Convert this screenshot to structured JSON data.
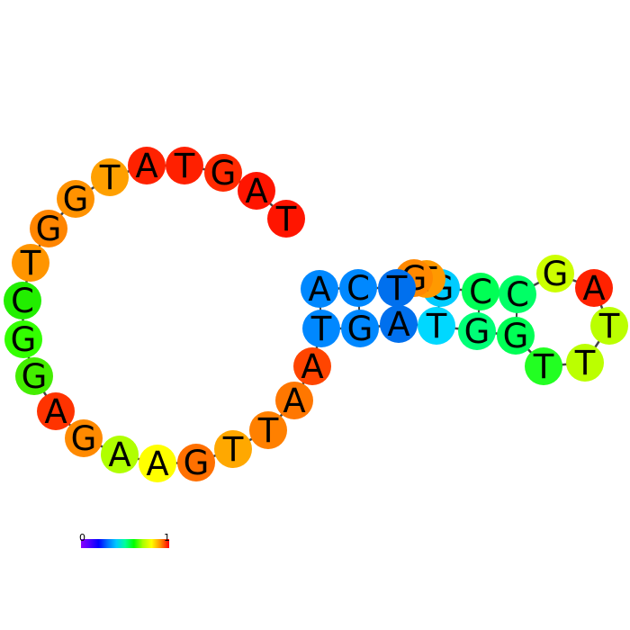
{
  "diagram": {
    "type": "rna-secondary-structure",
    "colorscale": {
      "min_label": "0",
      "max_label": "1",
      "stops": [
        "#8a00ff",
        "#4b00ff",
        "#0000ff",
        "#0070ff",
        "#00c8ff",
        "#00ff9a",
        "#00ff00",
        "#a8ff00",
        "#ffff00",
        "#ff9000",
        "#ff0000"
      ]
    },
    "line_color": "#444444",
    "nucleotides": [
      {
        "base": "T",
        "color": "#ff1500"
      },
      {
        "base": "A",
        "color": "#ff1500"
      },
      {
        "base": "G",
        "color": "#ff2a00"
      },
      {
        "base": "T",
        "color": "#ff2000"
      },
      {
        "base": "A",
        "color": "#ff2200"
      },
      {
        "base": "T",
        "color": "#ffa000"
      },
      {
        "base": "G",
        "color": "#ff9200"
      },
      {
        "base": "G",
        "color": "#ff8500"
      },
      {
        "base": "T",
        "color": "#ff9500"
      },
      {
        "base": "C",
        "color": "#22ee00"
      },
      {
        "base": "G",
        "color": "#33ff00"
      },
      {
        "base": "G",
        "color": "#44ee00"
      },
      {
        "base": "A",
        "color": "#ff3300"
      },
      {
        "base": "G",
        "color": "#ff8a00"
      },
      {
        "base": "A",
        "color": "#b0ff00"
      },
      {
        "base": "A",
        "color": "#ffff00"
      },
      {
        "base": "G",
        "color": "#ff7000"
      },
      {
        "base": "T",
        "color": "#ffa800"
      },
      {
        "base": "T",
        "color": "#ff8000"
      },
      {
        "base": "A",
        "color": "#ff7700"
      },
      {
        "base": "A",
        "color": "#ff4500"
      },
      {
        "base": "T",
        "color": "#0088ff"
      },
      {
        "base": "G",
        "color": "#0088ff"
      },
      {
        "base": "A",
        "color": "#0070ee"
      },
      {
        "base": "T",
        "color": "#00d8ff"
      },
      {
        "base": "G",
        "color": "#00ff77"
      },
      {
        "base": "G",
        "color": "#00ff55"
      },
      {
        "base": "T",
        "color": "#22ff22"
      },
      {
        "base": "T",
        "color": "#bbff00"
      },
      {
        "base": "T",
        "color": "#bbff00"
      },
      {
        "base": "A",
        "color": "#ff2200"
      },
      {
        "base": "G",
        "color": "#ccff00"
      },
      {
        "base": "C",
        "color": "#00ff66"
      },
      {
        "base": "C",
        "color": "#00ff55"
      },
      {
        "base": "G",
        "color": "#00ccff"
      },
      {
        "base": "T",
        "color": "#ff9900"
      },
      {
        "base": "G",
        "color": "#ff8800"
      },
      {
        "base": "T",
        "color": "#0070ee"
      },
      {
        "base": "C",
        "color": "#0088ff"
      },
      {
        "base": "A",
        "color": "#0088ff"
      }
    ]
  }
}
